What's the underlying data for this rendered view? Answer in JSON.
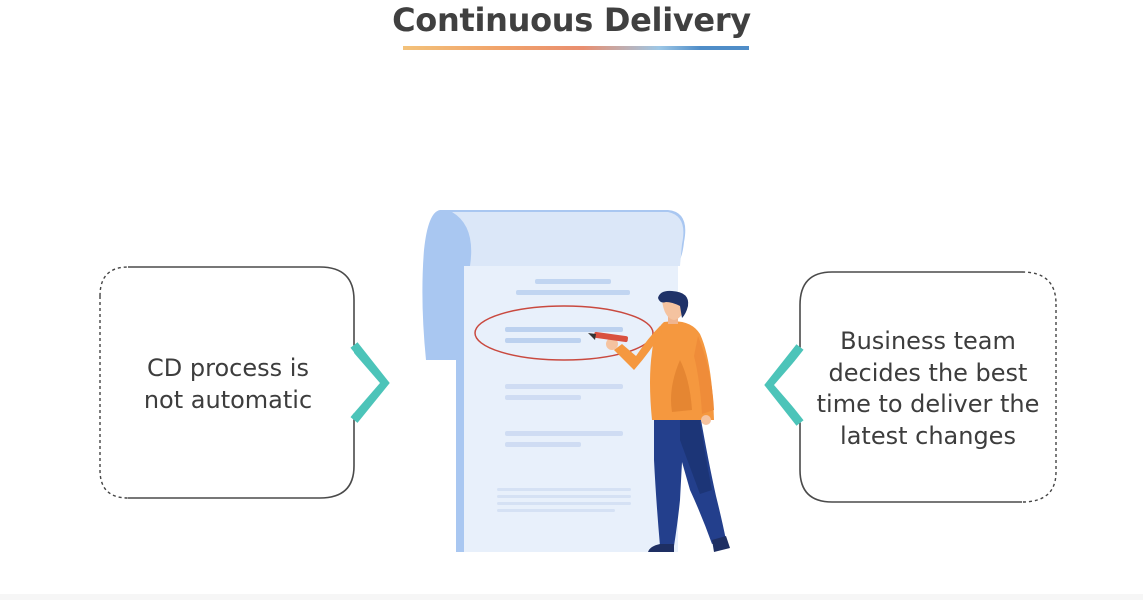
{
  "title": "Continuous Delivery",
  "left_callout": {
    "lines": [
      "CD process is",
      "not automatic"
    ]
  },
  "right_callout": {
    "lines": [
      "Business team",
      "decides the best",
      "time to deliver the",
      "latest changes"
    ]
  },
  "colors": {
    "accent_teal": "#4cc4b9",
    "outline": "#555555",
    "title_text": "#404040",
    "paper": "#e8f0fb",
    "paper_roll": "#a9c7f1",
    "circle_mark": "#c9493f",
    "shirt": "#f5983f",
    "pants": "#233f8c"
  },
  "icons": {
    "illustration": "person-with-document-illustration",
    "pencil": "pencil-icon"
  }
}
